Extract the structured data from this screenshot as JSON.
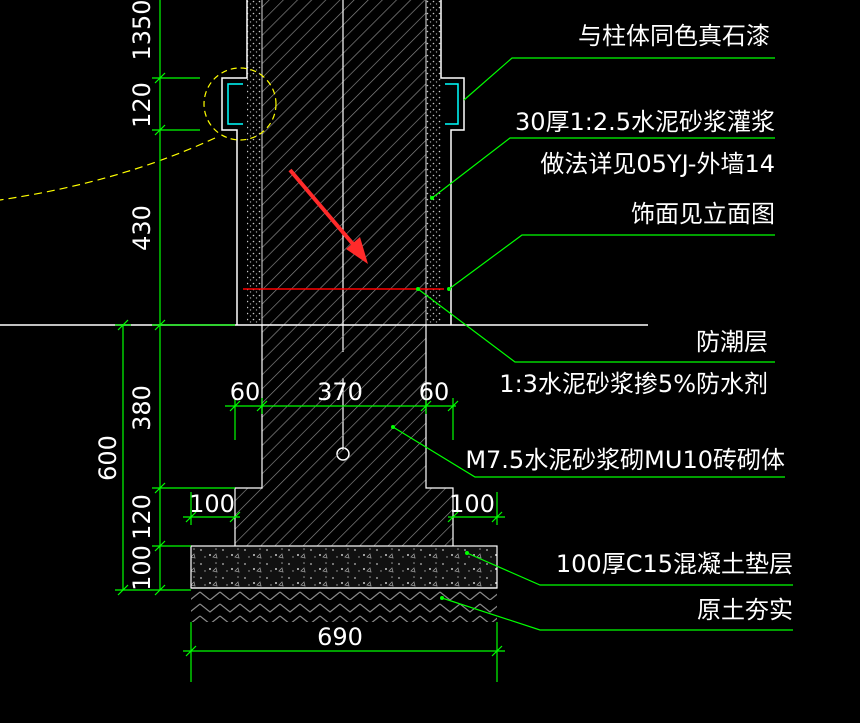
{
  "annotations": {
    "stone_paint": "与柱体同色真石漆",
    "grout_line1": "30厚1:2.5水泥砂浆灌浆",
    "grout_line2": "做法详见05YJ-外墙14",
    "finish": "饰面见立面图",
    "dpc_title": "防潮层",
    "dpc_detail": "1:3水泥砂浆掺5%防水剂",
    "masonry": "M7.5水泥砂浆砌MU10砖砌体",
    "cushion": "100厚C15混凝土垫层",
    "soil": "原土夯实"
  },
  "dimensions": {
    "top": "1350",
    "cap": "120",
    "shaft": "430",
    "below_ground": "380",
    "footing_total": "600",
    "step": "120",
    "cushion": "100",
    "left_offset": "60",
    "wall_width": "370",
    "right_offset": "60",
    "left_step": "100",
    "right_step": "100",
    "base_width": "690"
  },
  "colors": {
    "background": "#000000",
    "leader": "#00ff00",
    "outline": "#ffffff",
    "hatch": "#9a9a9a",
    "dpc": "#ff0000",
    "arrow": "#ff2a2a",
    "detail_circle": "#ffff00",
    "stone_paint": "#00ffff"
  }
}
